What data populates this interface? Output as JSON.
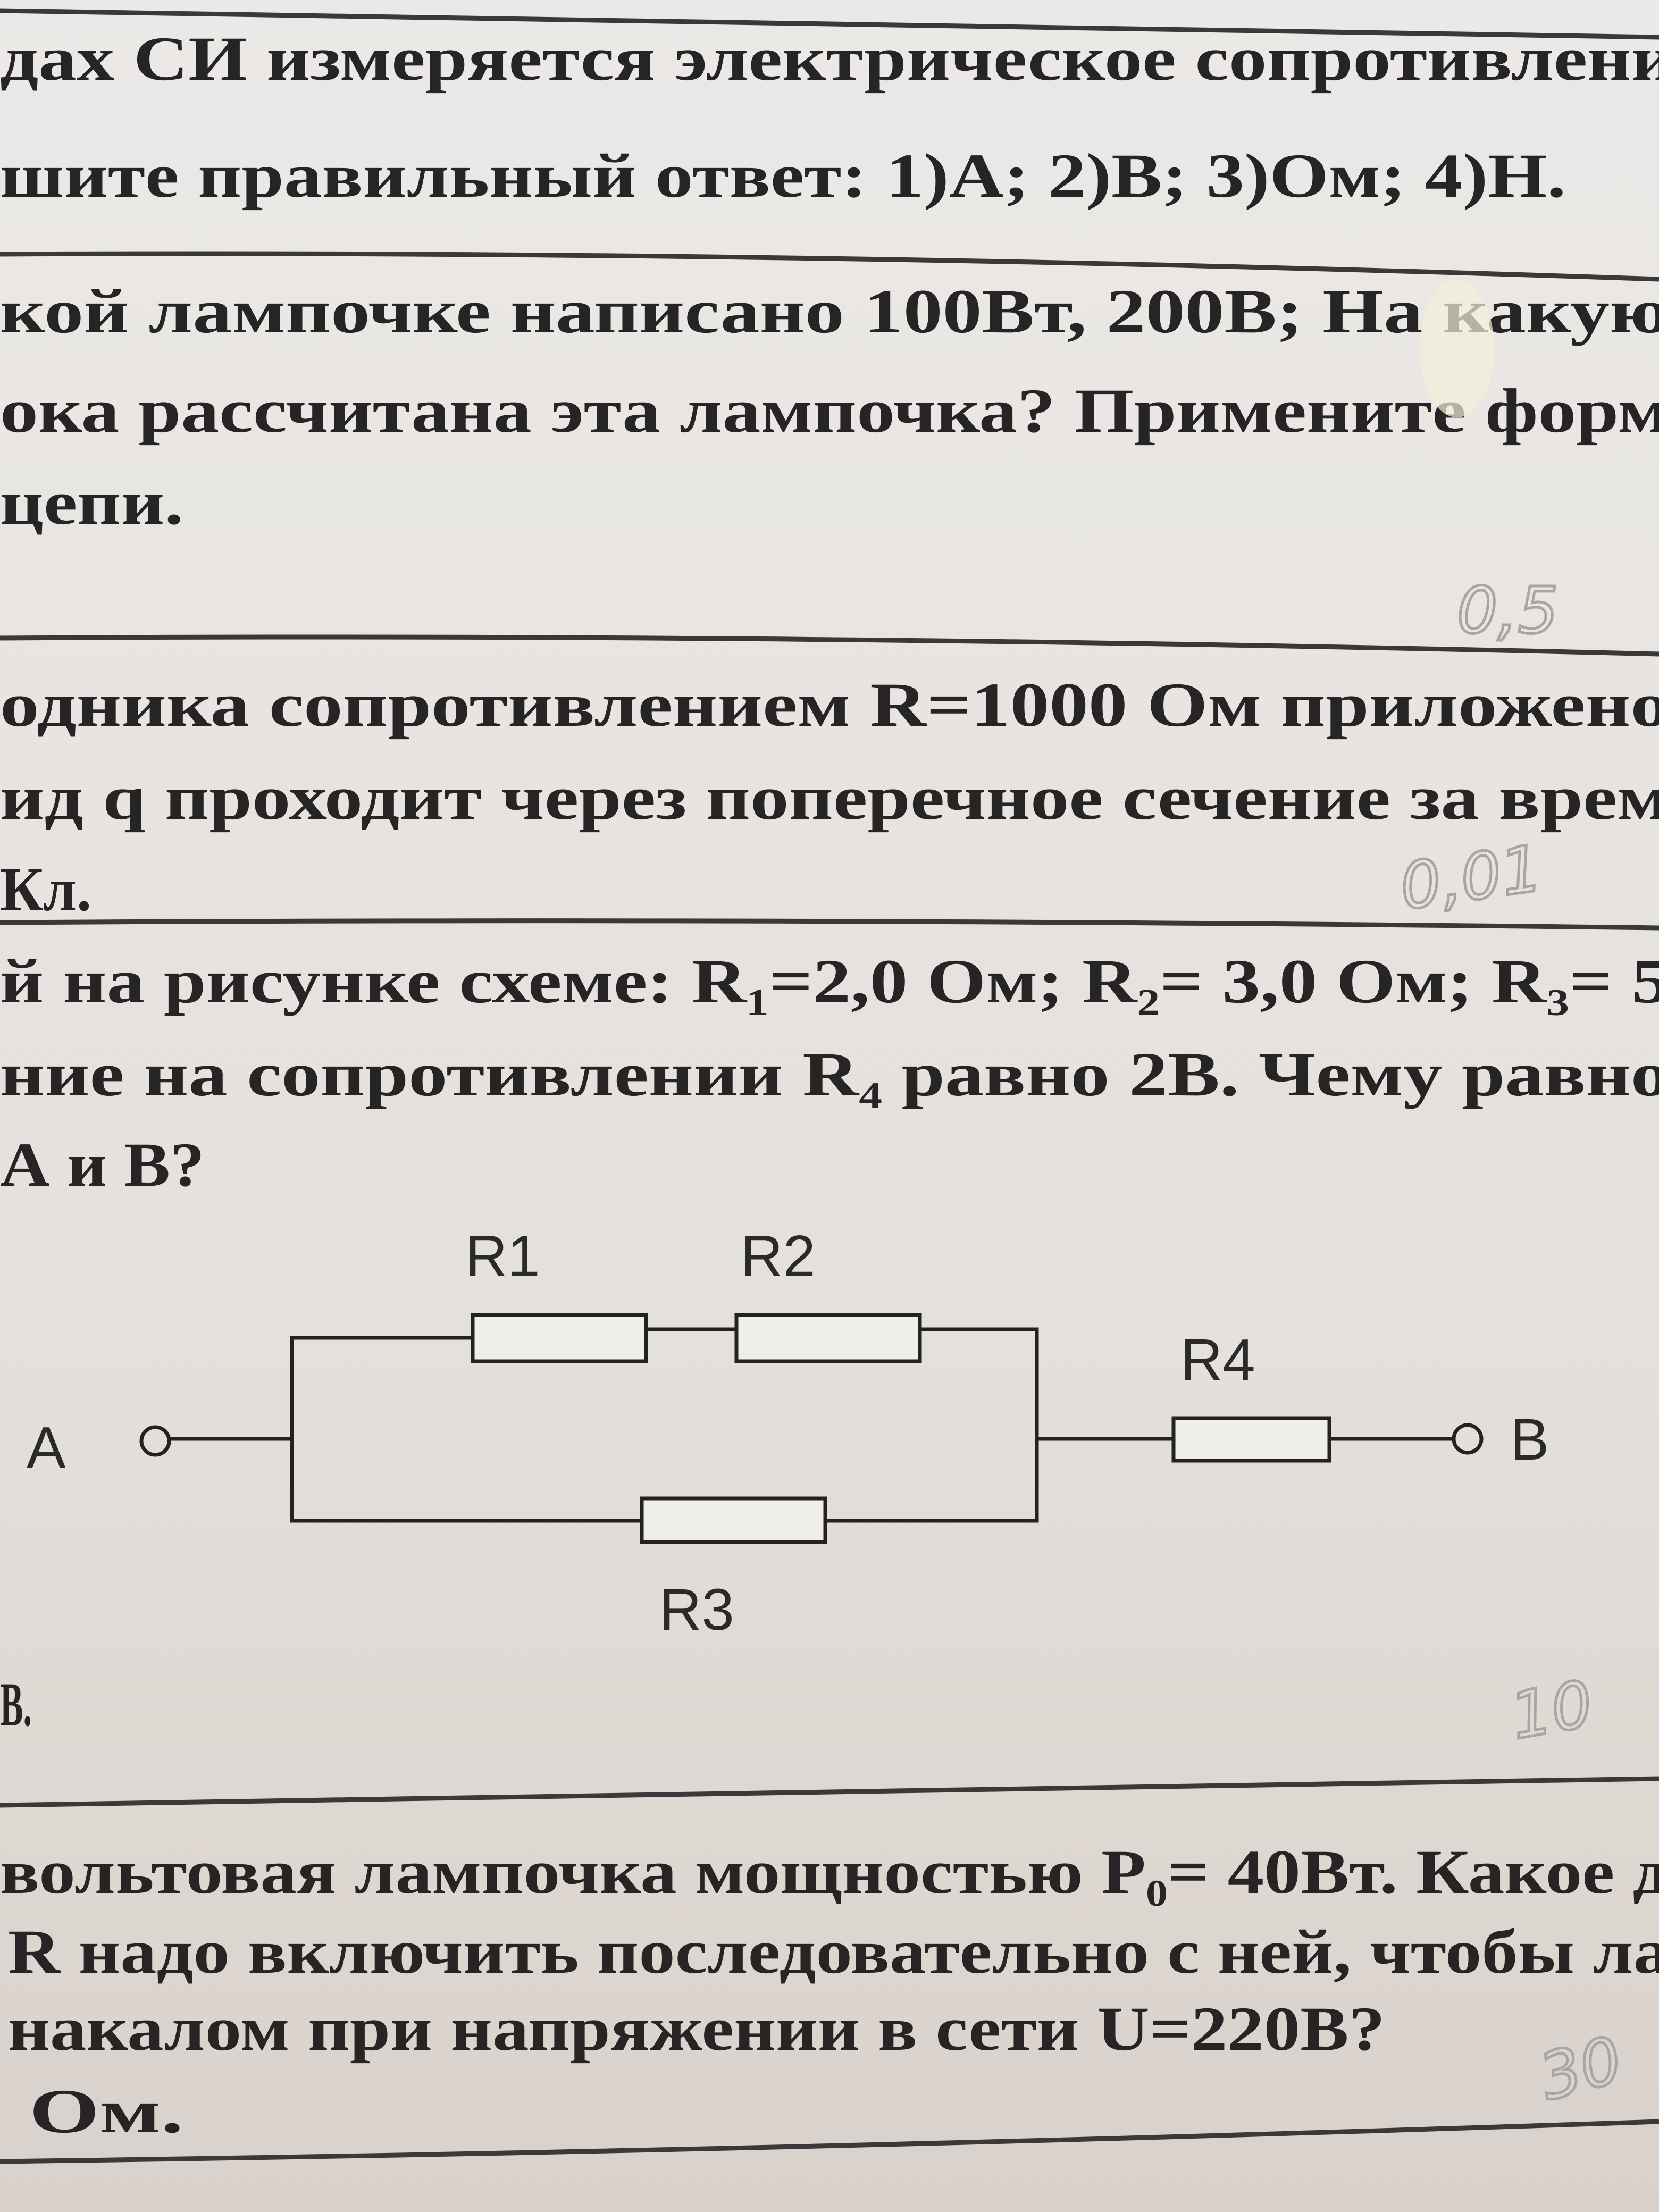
{
  "document": {
    "q1": {
      "lines": [
        "дах СИ измеряется электрическое сопротивлени",
        "шите правильный ответ: 1)А; 2)В; 3)Ом; 4)Н."
      ]
    },
    "q2": {
      "lines": [
        "кой лампочке написано 100Вт, 200В; На какую",
        "ока рассчитана эта лампочка? Примените форм",
        "цепи."
      ],
      "handwritten_answer": "0,5"
    },
    "q3": {
      "lines": [
        "одника сопротивлением R=1000 Ом приложено",
        "ид q проходит через поперечное сечение за врем",
        "Кл."
      ],
      "handwritten_answer": "0,01"
    },
    "q4": {
      "lines": [
        "й на рисунке схеме: R₁=2,0 Ом; R₂= 3,0 Ом; R₃= 5",
        "ние на сопротивлении R₄ равно 2В. Чему равно",
        "А и В?"
      ],
      "answer_unit": "В.",
      "handwritten_answer": "10",
      "circuit": {
        "labels": {
          "r1": "R1",
          "r2": "R2",
          "r3": "R3",
          "r4": "R4",
          "a": "A",
          "b": "B"
        }
      }
    },
    "q5": {
      "lines": [
        "вольтовая лампочка мощностью P₀= 40Вт. Какое д",
        "R надо включить последовательно с ней, чтобы ла",
        "накалом при напряжении в сети U=220В?"
      ],
      "answer_unit": "Ом.",
      "handwritten_answer": "30"
    }
  }
}
